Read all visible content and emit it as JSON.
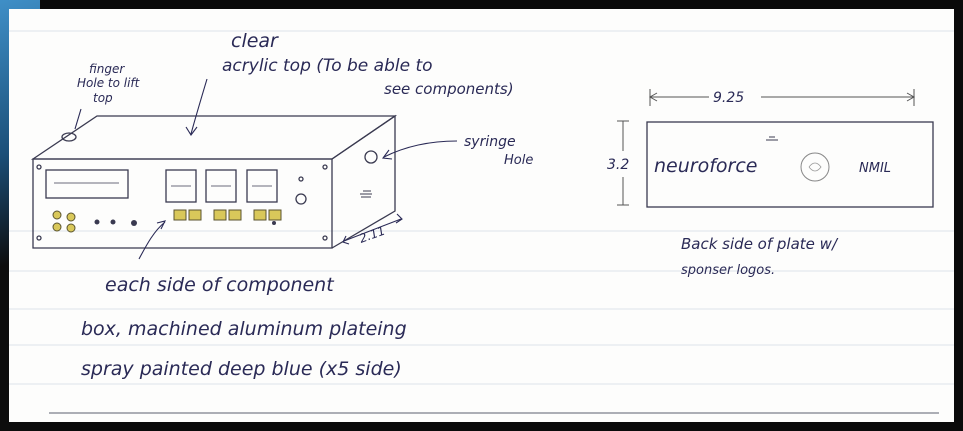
{
  "notes": {
    "clear": "clear",
    "acrylic_top": "acrylic top (To be able to",
    "see_components": "see components)",
    "finger_hole_line1": "finger",
    "finger_hole_line2": "Hole to lift",
    "finger_hole_line3": "top",
    "syringe_line1": "syringe",
    "syringe_line2": "Hole",
    "depth_dim": "2.11",
    "each_side": "each side of component",
    "box_machined": "box, machined aluminum plateing",
    "spray_painted": "spray painted deep blue (x5 side)"
  },
  "plate": {
    "width_dim": "9.25",
    "height_dim": "3.2",
    "logo_left": "neuroforce",
    "logo_right": "NMIL",
    "caption_line1": "Back side of plate w/",
    "caption_line2": "sponser logos."
  },
  "colors": {
    "ink": "#2a2a56",
    "pencil": "#555",
    "rule": "#dde3ea",
    "knob": "#d9c85a"
  }
}
